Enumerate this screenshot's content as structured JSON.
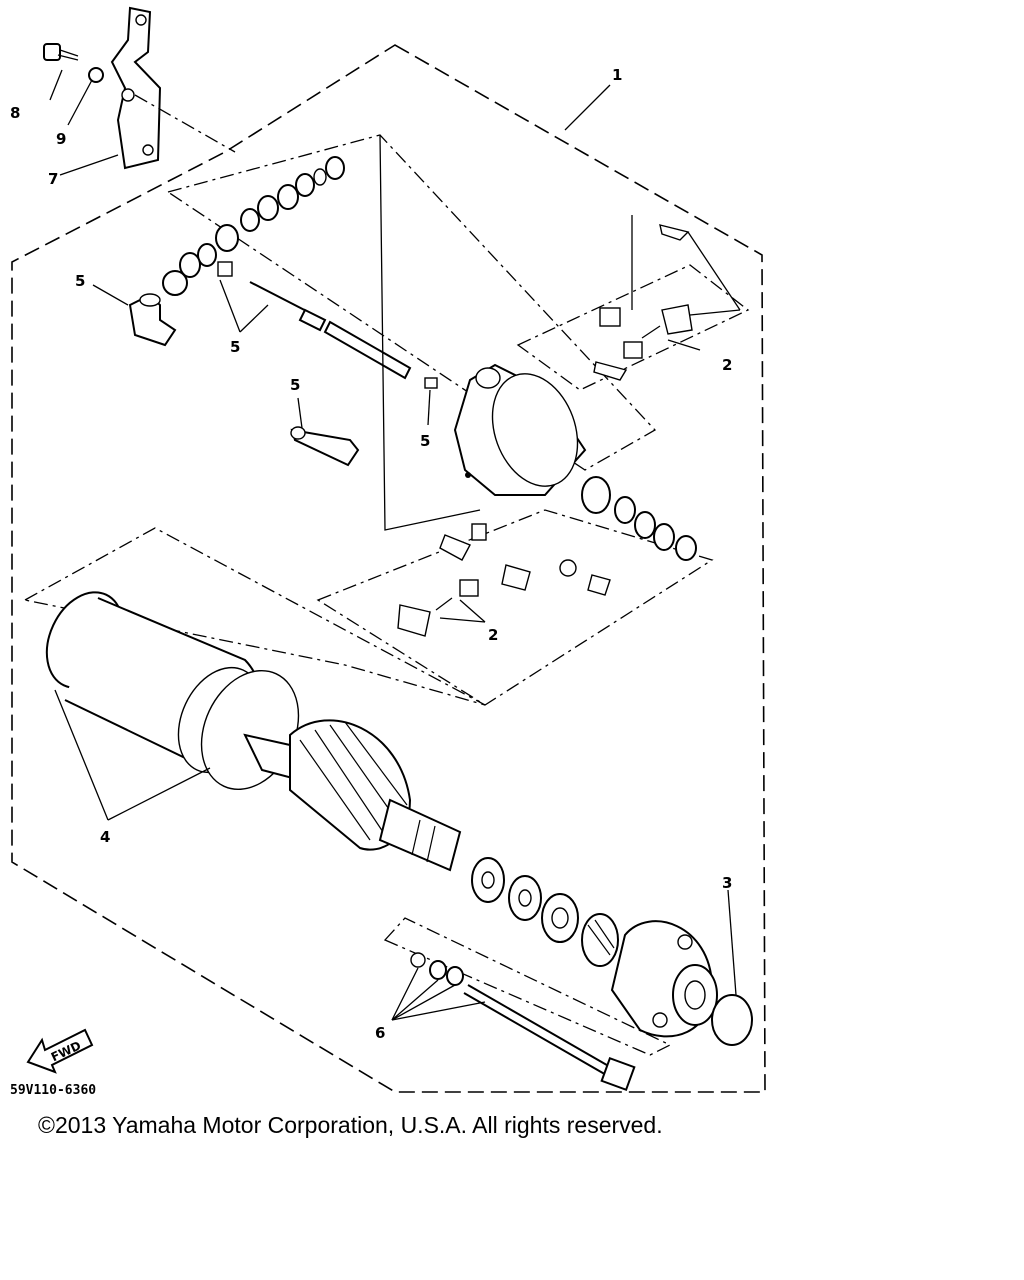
{
  "callouts": {
    "c1": "1",
    "c2a": "2",
    "c2b": "2",
    "c3": "3",
    "c4": "4",
    "c5a": "5",
    "c5b": "5",
    "c5c": "5",
    "c5d": "5",
    "c6": "6",
    "c7": "7",
    "c8": "8",
    "c9": "9"
  },
  "fwd_label": "FWD",
  "figure_code": "59V110-6360",
  "copyright": "©2013 Yamaha Motor Corporation, U.S.A. All rights reserved."
}
